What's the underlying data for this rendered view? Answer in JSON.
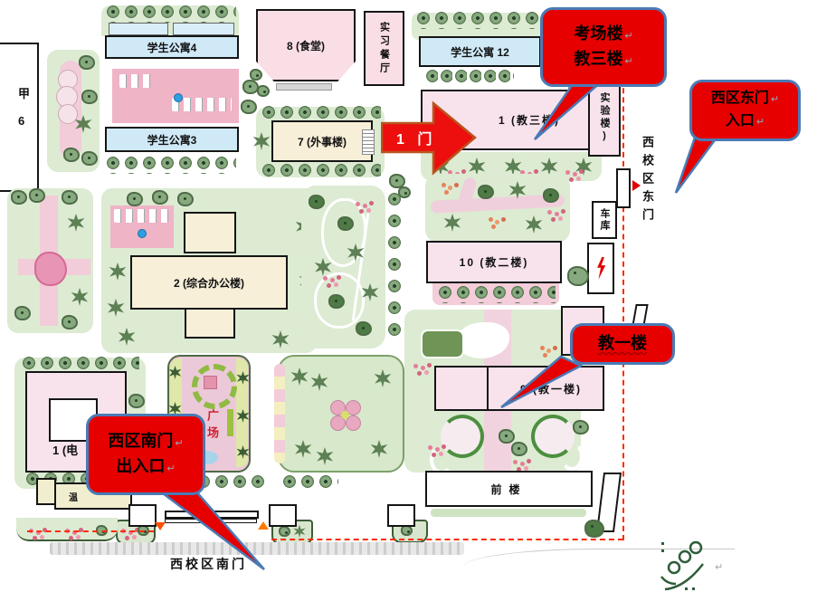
{
  "buildings": {
    "dorm4": "学生公寓4",
    "dorm3": "学生公寓3",
    "dorm12": "学生公寓 12",
    "canteen": "8 (食堂)",
    "practice_canteen": "实习餐厅",
    "teach3": "1 (教三楼)",
    "foreign_affairs": "7 (外事楼)",
    "lab": "实验楼)",
    "admin": "2 (综合办公楼)",
    "teach2": "10 (教二楼)",
    "garage": "车库",
    "teach1": "9 (教一楼)",
    "front": "前楼",
    "building1": "1 (电",
    "greenhouse": "温",
    "plaza": "广场",
    "block_jia": "甲",
    "block_6": "6"
  },
  "labels": {
    "east_gate": "西校区东门",
    "south_gate": "西校区南门"
  },
  "callouts": {
    "exam_hall": {
      "line1": "考场楼",
      "line2": "教三楼"
    },
    "east_entrance": {
      "line1": "西区东门",
      "line2": "入口"
    },
    "teach1": {
      "line1": "教一楼"
    },
    "south_entrance": {
      "line1": "西区南门",
      "line2": "出入口"
    }
  },
  "arrow": {
    "label": "1 门"
  },
  "marks": {
    "return": "↵"
  },
  "colors": {
    "callout_fill": "#e60000",
    "callout_border": "#4a7ab5",
    "building_pink": "#f8e3ed",
    "building_cream": "#f8efd8",
    "dorm_blue": "#cfe9f7",
    "garden_green": "#dcebd2",
    "route_red": "#ff2a00"
  }
}
